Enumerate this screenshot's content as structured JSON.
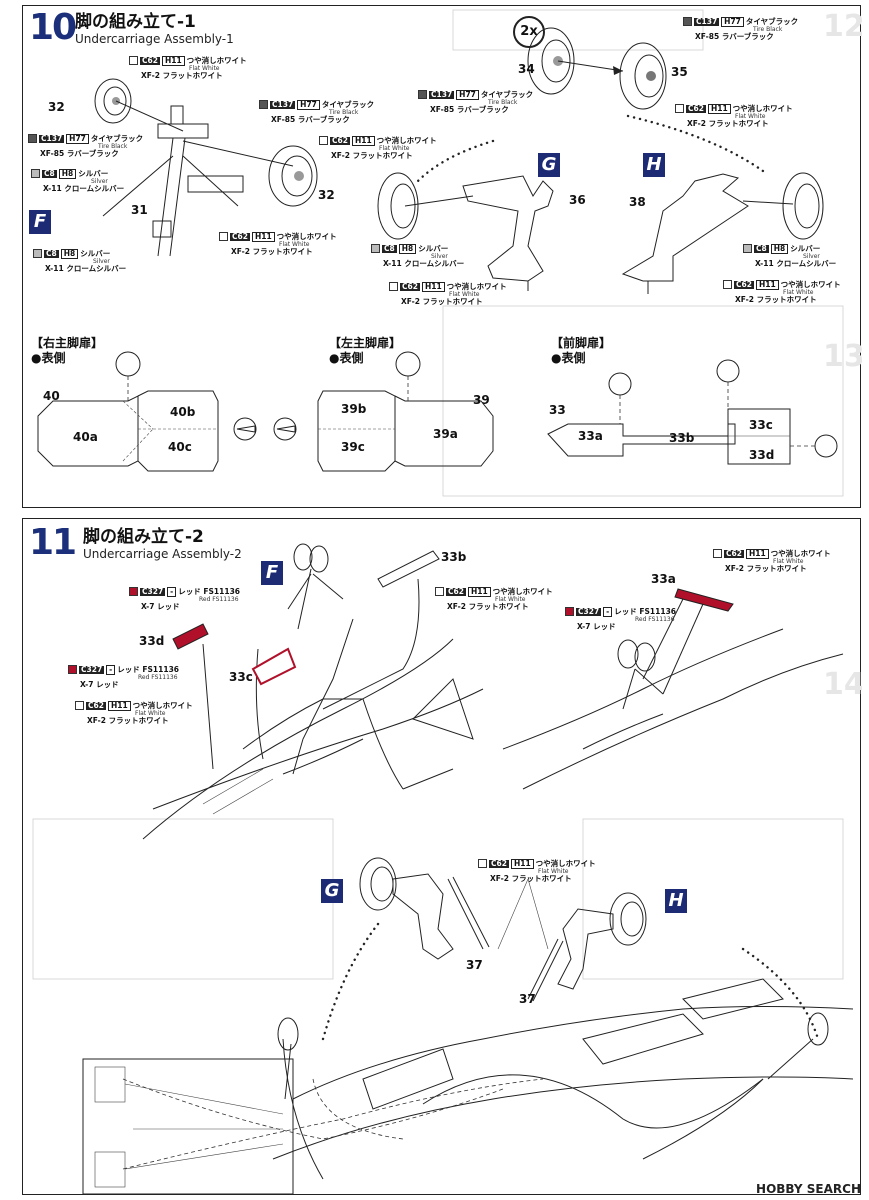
{
  "step10": {
    "number": "10",
    "title": "脚の組み立て-1",
    "subtitle": "Undercarriage Assembly-1",
    "multiplier": "2x",
    "letters": [
      "F",
      "G",
      "H"
    ],
    "parts": [
      "32",
      "32",
      "31",
      "34",
      "35",
      "36",
      "38",
      "40",
      "40a",
      "40b",
      "40c",
      "39",
      "39a",
      "39b",
      "39c",
      "33",
      "33a",
      "33b",
      "33c",
      "33d"
    ],
    "paints": [
      {
        "code": "C62",
        "code2": "H11",
        "jp": "つや消しホワイト",
        "en": "Flat White",
        "jp2": "XF-2 フラットホワイト",
        "color": "#ffffff"
      },
      {
        "code": "C137",
        "code2": "H77",
        "jp": "タイヤブラック",
        "en": "Tire Black",
        "jp2": "XF-85 ラバーブラック",
        "color": "#555555"
      },
      {
        "code": "C8",
        "code2": "H8",
        "jp": "シルバー",
        "en": "Silver",
        "jp2": "X-11 クロームシルバー",
        "color": "#bbbbbb"
      }
    ],
    "door_headers": {
      "right": "【右主脚扉】",
      "left": "【左主脚扉】",
      "front": "【前脚扉】",
      "side": "●表側"
    }
  },
  "step11": {
    "number": "11",
    "title": "脚の組み立て-2",
    "subtitle": "Undercarriage Assembly-2",
    "letters": [
      "F",
      "G",
      "H"
    ],
    "parts": [
      "33b",
      "33d",
      "33c",
      "33a",
      "37",
      "37"
    ],
    "paints": [
      {
        "code": "C327",
        "code2": "-",
        "jp": "レッド FS11136",
        "en": "Red FS11136",
        "jp2": "X-7 レッド",
        "color": "#b0102a"
      },
      {
        "code": "C62",
        "code2": "H11",
        "jp": "つや消しホワイト",
        "en": "Flat White",
        "jp2": "XF-2 フラットホワイト",
        "color": "#ffffff"
      }
    ]
  },
  "watermark": "HOBBY SEARCH"
}
